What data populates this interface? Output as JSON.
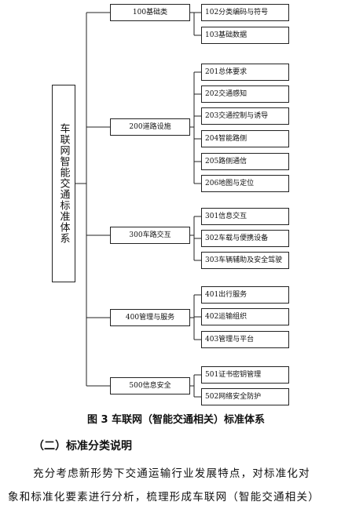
{
  "diagram": {
    "root_label": "车联网智能交通标准体系",
    "categories": [
      {
        "label": "100基础类",
        "items": [
          "102分类编码与符号",
          "103基础数据"
        ]
      },
      {
        "label": "200道路设施",
        "items": [
          "201总体要求",
          "202交通感知",
          "203交通控制与诱导",
          "204智能路侧",
          "205路侧通信",
          "206地图与定位"
        ]
      },
      {
        "label": "300车路交互",
        "items": [
          "301信息交互",
          "302车载与便携设备",
          "303车辆辅助及安全驾驶"
        ]
      },
      {
        "label": "400管理与服务",
        "items": [
          "401出行服务",
          "402运输组织",
          "403管理与平台"
        ]
      },
      {
        "label": "500信息安全",
        "items": [
          "501证书密钥管理",
          "502网络安全防护"
        ]
      }
    ]
  },
  "caption": "图 3 车联网（智能交通相关）标准体系",
  "section_heading": "（二）标准分类说明",
  "paragraph": {
    "line1": "充分考虑新形势下交通运输行业发展特点，对标准化对",
    "line2": "象和标准化要素进行分析，梳理形成车联网（智能交通相关）"
  }
}
